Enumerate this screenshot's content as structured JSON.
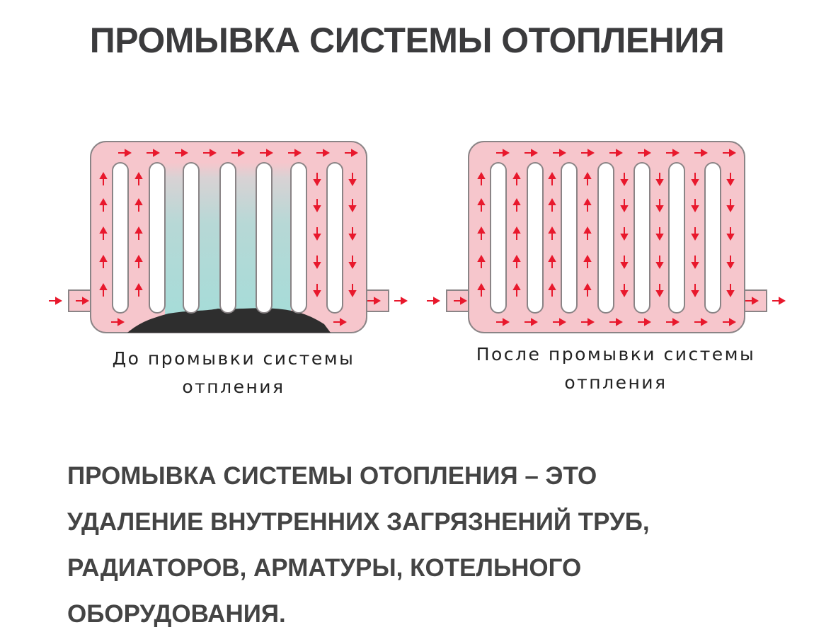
{
  "title": "ПРОМЫВКА СИСТЕМЫ ОТОПЛЕНИЯ",
  "diagrams": [
    {
      "caption_line1": "До промывки системы",
      "caption_line2": "отпления",
      "state": "clogged"
    },
    {
      "caption_line1": "После промывки системы",
      "caption_line2": "отпления",
      "state": "clean"
    }
  ],
  "description": {
    "lines": [
      "ПРОМЫВКА СИСТЕМЫ ОТОПЛЕНИЯ – ЭТО",
      "УДАЛЕНИЕ ВНУТРЕННИХ ЗАГРЯЗНЕНИЙ ТРУБ,",
      "РАДИАТОРОВ, АРМАТУРЫ, КОТЕЛЬНОГО",
      "ОБОРУДОВАНИЯ."
    ]
  },
  "colors": {
    "radiator": "#f6c6cc",
    "outline": "#8a8486",
    "arrow": "#e8182c",
    "water": "#a6dcd8",
    "sludge": "#2e2e2e",
    "text": "#3b3b3d"
  }
}
